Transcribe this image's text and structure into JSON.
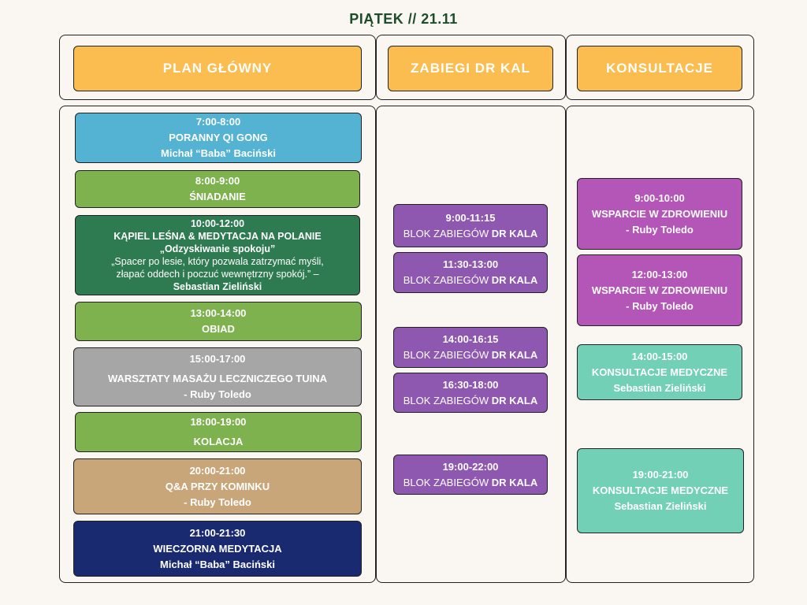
{
  "title": "PIĄTEK // 21.11",
  "headers": {
    "main": "PLAN GŁÓWNY",
    "kal": "ZABIEGI DR KAL",
    "consult": "KONSULTACJE"
  },
  "colors": {
    "header": "#fbbd4f",
    "qigong": "#54b2d3",
    "meal": "#7db24f",
    "forest": "#2e7a51",
    "massage": "#a6a6a6",
    "qa": "#c9a67a",
    "meditation": "#1a2a70",
    "kal_block": "#8e57b0",
    "support": "#b455b8",
    "medical": "#72d0b6",
    "title": "#1e4d2b"
  },
  "main_plan": [
    {
      "time": "7:00-8:00",
      "name": "PORANNY QI GONG",
      "person": "Michał “Baba” Baciński"
    },
    {
      "time": "8:00-9:00",
      "name": "ŚNIADANIE"
    },
    {
      "time": "10:00-12:00",
      "name": "KĄPIEL LEŚNA & MEDYTACJA NA POLANIE",
      "subtitle": "„Odzyskiwanie spokoju”",
      "quote1": "„Spacer po lesie, który pozwala  zatrzymać myśli,",
      "quote2": "złapać oddech i poczuć wewnętrzny spokój.” –",
      "person": "Sebastian Zieliński"
    },
    {
      "time": "13:00-14:00",
      "name": "OBIAD"
    },
    {
      "time": "15:00-17:00",
      "name": "WARSZTATY MASAŻU LECZNICZEGO TUINA",
      "person": "- Ruby Toledo"
    },
    {
      "time": "18:00-19:00",
      "name": "KOLACJA"
    },
    {
      "time": "20:00-21:00",
      "name": "Q&A PRZY KOMINKU",
      "person": "- Ruby Toledo"
    },
    {
      "time": "21:00-21:30",
      "name": "WIECZORNA MEDYTACJA",
      "person": "Michał “Baba” Baciński"
    }
  ],
  "kal": {
    "block_prefix": "BLOK ZABIEGÓW",
    "block_name": "DR KALA",
    "times": [
      "9:00-11:15",
      "11:30-13:00",
      "14:00-16:15",
      "16:30-18:00",
      "19:00-22:00"
    ]
  },
  "consultations": [
    {
      "time": "9:00-10:00",
      "name": "WSPARCIE W ZDROWIENIU",
      "person": "- Ruby Toledo"
    },
    {
      "time": "12:00-13:00",
      "name": "WSPARCIE W ZDROWIENIU",
      "person": "- Ruby Toledo"
    },
    {
      "time": "14:00-15:00",
      "name": "KONSULTACJE MEDYCZNE",
      "person": "Sebastian Zieliński"
    },
    {
      "time": "19:00-21:00",
      "name": "KONSULTACJE MEDYCZNE",
      "person": "Sebastian Zieliński"
    }
  ]
}
